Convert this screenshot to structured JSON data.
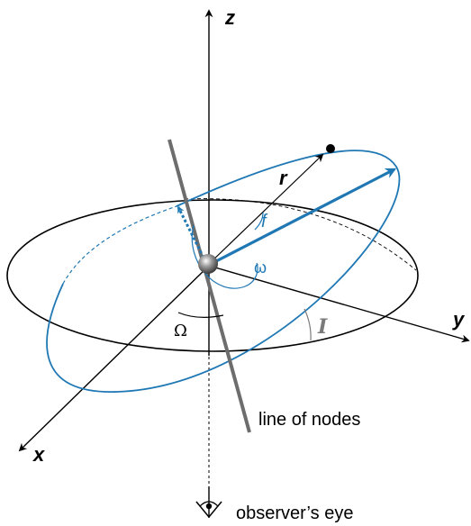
{
  "labels": {
    "z_axis": "z",
    "x_axis": "x",
    "y_axis": "y",
    "radius_vector": "r",
    "true_anomaly": "f",
    "argument_of_periapsis": "ω",
    "longitude_of_node": "Ω",
    "inclination": "I",
    "line_of_nodes": "line of nodes",
    "observer": "observer’s eye"
  },
  "colors": {
    "orbit_blue": "#1f78b4",
    "axis_black": "#000000",
    "node_line_gray": "#6d6d6d",
    "angle_gray": "#7a7a7a"
  },
  "icons": {
    "observer": "eye-icon",
    "central_body": "sphere-icon",
    "orbiting_body": "dot-icon"
  }
}
